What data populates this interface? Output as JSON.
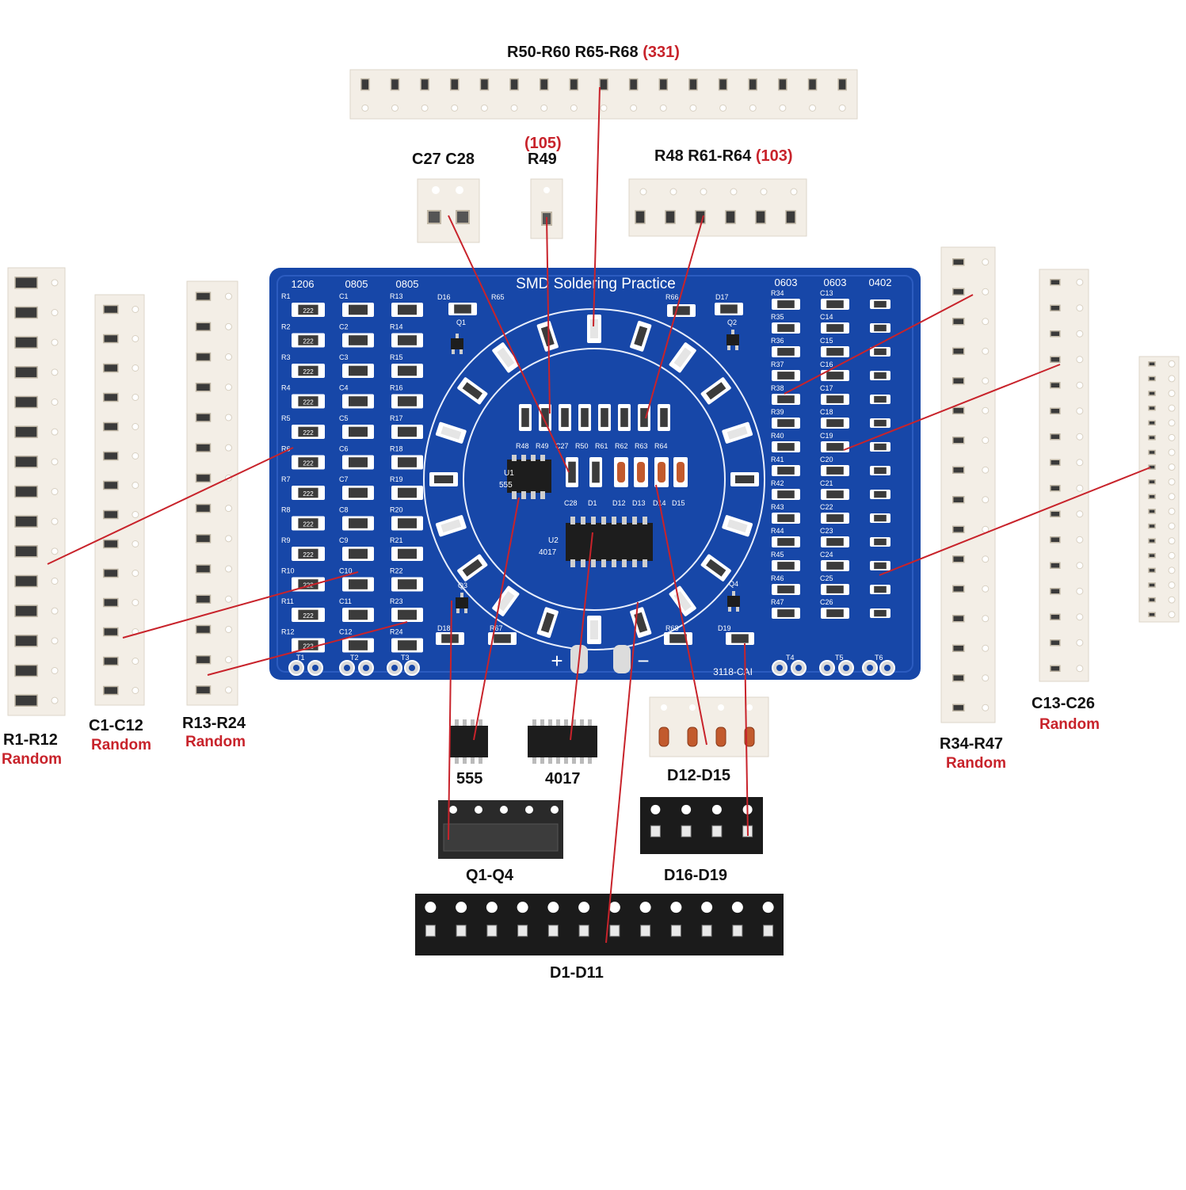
{
  "board": {
    "title": "SMD Soldering Practice",
    "size_1206": "1206",
    "size_0805a": "0805",
    "size_0805b": "0805",
    "size_0603a": "0603",
    "size_0603b": "0603",
    "size_0402": "0402",
    "model": "3118-CAI",
    "u1_label": "U1",
    "u1_chip": "555",
    "u2_label": "U2",
    "u2_chip": "4017",
    "plus": "+",
    "minus": "−",
    "resistor_code": "222",
    "r1_labels": [
      "R1",
      "R2",
      "R3",
      "R4",
      "R5",
      "R6",
      "R7",
      "R8",
      "R9",
      "R10",
      "R11",
      "R12"
    ],
    "c1_labels": [
      "C1",
      "C2",
      "C3",
      "C4",
      "C5",
      "C6",
      "C7",
      "C8",
      "C9",
      "C10",
      "C11",
      "C12"
    ],
    "r13_labels": [
      "R13",
      "R14",
      "R15",
      "R16",
      "R17",
      "R18",
      "R19",
      "R20",
      "R21",
      "R22",
      "R23",
      "R24"
    ],
    "r34_labels": [
      "R34",
      "R35",
      "R36",
      "R37",
      "R38",
      "R39",
      "R40",
      "R41",
      "R42",
      "R43",
      "R44",
      "R45",
      "R46",
      "R47"
    ],
    "c13_labels": [
      "C13",
      "C14",
      "C15",
      "C16",
      "C17",
      "C18",
      "C19",
      "C20",
      "C21",
      "C22",
      "C23",
      "C24",
      "C25",
      "C26"
    ],
    "center_top": [
      "R48",
      "R49",
      "C27",
      "R50",
      "R61",
      "R62",
      "R63",
      "R64"
    ],
    "center_mid": [
      "C28",
      "D1",
      "D12",
      "D13",
      "D14",
      "D15"
    ],
    "misc": [
      "D16",
      "R65",
      "Q1",
      "R66",
      "D17",
      "Q2",
      "Q3",
      "Q4",
      "D18",
      "R67",
      "R68",
      "D19",
      "T1",
      "T2",
      "T3",
      "T4",
      "T5",
      "T6"
    ]
  },
  "labels": {
    "top_strip_main": "R50-R60  R65-R68",
    "top_strip_code": "(331)",
    "c27c28": "C27 C28",
    "r49_code": "(105)",
    "r49": "R49",
    "r48_main": "R48  R61-R64",
    "r48_code": "(103)",
    "r1r12": "R1-R12",
    "r1r12_note": "Random",
    "c1c12": "C1-C12",
    "c1c12_note": "Random",
    "r13r24": "R13-R24",
    "r13r24_note": "Random",
    "r34r47": "R34-R47",
    "r34r47_note": "Random",
    "c13c26": "C13-C26",
    "c13c26_note": "Random",
    "chip555": "555",
    "chip4017": "4017",
    "d12d15": "D12-D15",
    "q1q4": "Q1-Q4",
    "d16d19": "D16-D19",
    "d1d11": "D1-D11"
  },
  "colors": {
    "pcb": "#1747a8",
    "pcb_dark": "#0f3786",
    "pad": "#ffffff",
    "tape_paper": "#f3eee6",
    "tape_black": "#1b1b1b",
    "leader": "#c8232b",
    "accent_text": "#c8232b"
  }
}
